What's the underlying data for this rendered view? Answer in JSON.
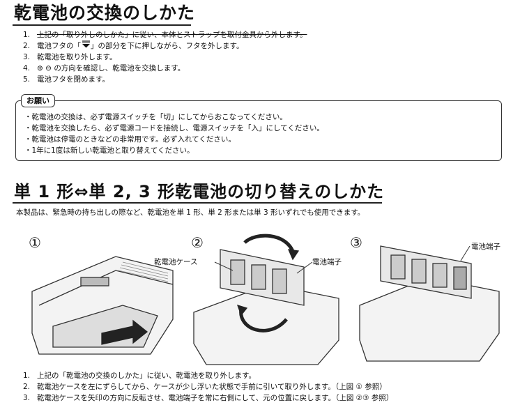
{
  "section1": {
    "title": "乾電池の交換のしかた",
    "steps": [
      {
        "num": "1.",
        "text": "上記の「取り外しのしかた」に従い、本体とストラップを取付金具から外します。"
      },
      {
        "num": "2.",
        "text_before": "電池フタの「",
        "icon": "down-triangle-icon",
        "text_after": "」の部分を下に押しながら、フタを外します。"
      },
      {
        "num": "3.",
        "text": "乾電池を取り外します。"
      },
      {
        "num": "4.",
        "plus_symbol": "⊕",
        "minus_symbol": "⊖",
        "text": "の方向を確認し、乾電池を交換します。"
      },
      {
        "num": "5.",
        "text": "電池フタを閉めます。"
      }
    ]
  },
  "notice": {
    "label": "お願い",
    "items": [
      "・乾電池の交換は、必ず電源スイッチを「切」にしてからおこなってください。",
      "・乾電池を交換したら、必ず電源コードを接続し、電源スイッチを「入」にしてください。",
      "・乾電池は停電のときなどの非常用です。必ず入れてください。",
      "・1年に1度は新しい乾電池と取り替えてください。"
    ]
  },
  "section2": {
    "title": "単 1 形⇔単 2, 3 形乾電池の切り替えのしかた",
    "lead": "本製品は、緊急時の持ち出しの際など、乾電池を単 1 形、単 2 形または単 3 形いずれでも使用できます。",
    "figures": [
      {
        "label": "①"
      },
      {
        "label": "②",
        "callouts": [
          "乾電池ケース",
          "電池端子"
        ]
      },
      {
        "label": "③",
        "callouts": [
          "電池端子"
        ]
      }
    ],
    "steps": [
      {
        "num": "1.",
        "text": "上記の「乾電池の交換のしかた」に従い、乾電池を取り外します。"
      },
      {
        "num": "2.",
        "text": "乾電池ケースを左にずらしてから、ケースが少し浮いた状態で手前に引いて取り外します。（上図 ① 参照）"
      },
      {
        "num": "3.",
        "text": "乾電池ケースを矢印の方向に反転させ、電池端子を常に右側にして、元の位置に戻します。（上図 ②③ 参照）"
      }
    ]
  }
}
